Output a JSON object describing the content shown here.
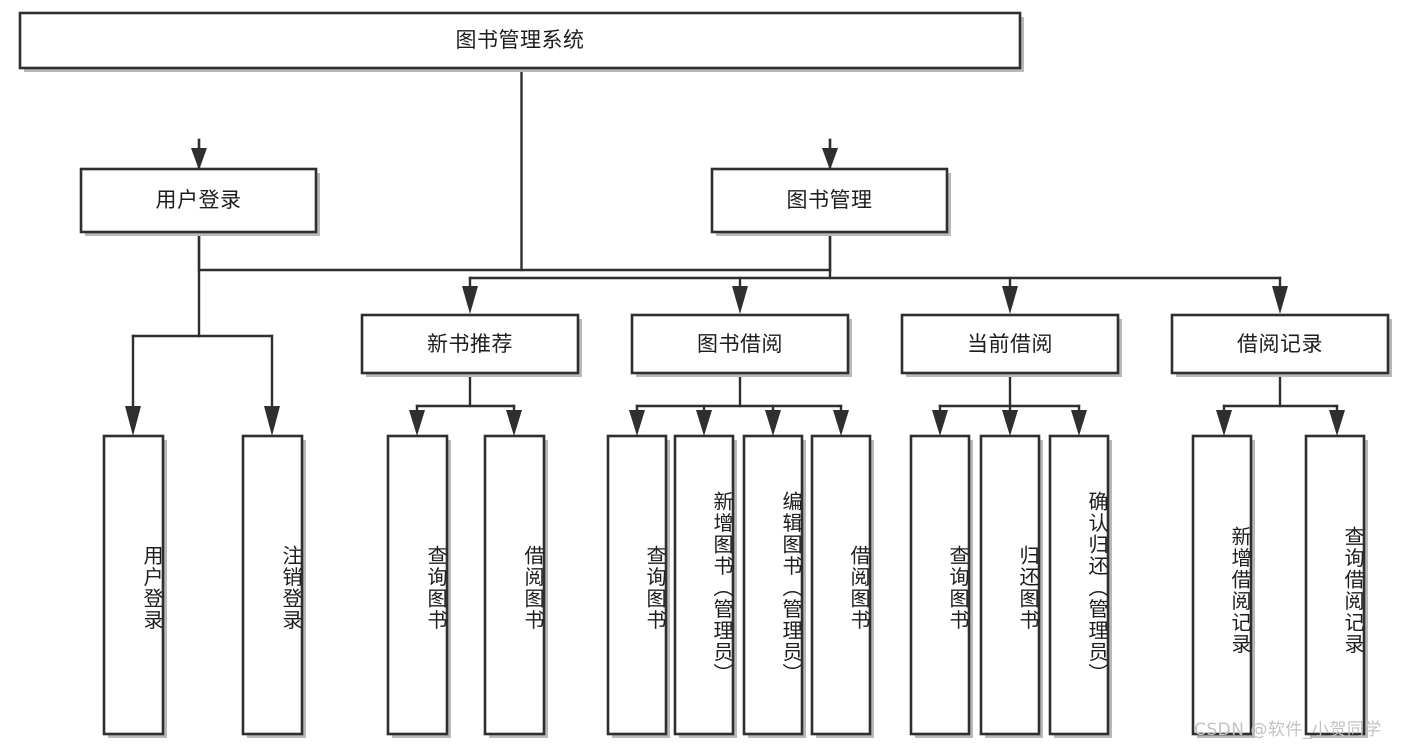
{
  "diagram": {
    "type": "tree-hierarchy-chart",
    "title": "图书管理系统",
    "orientation": "top-down",
    "colors": {
      "box_stroke": "#2f2f2f",
      "box_fill": "#ffffff",
      "connector": "#2f2f2f",
      "watermark": "#c3c3c3",
      "background": "#ffffff"
    },
    "levels": {
      "root": {
        "id": "root",
        "label": "图书管理系统",
        "orientation": "horizontal"
      },
      "level2": [
        {
          "id": "user-login",
          "label": "用户登录",
          "orientation": "horizontal"
        },
        {
          "id": "book-management",
          "label": "图书管理",
          "orientation": "horizontal"
        }
      ],
      "level3": [
        {
          "id": "new-book-recommend",
          "label": "新书推荐",
          "orientation": "horizontal",
          "parent": "book-management"
        },
        {
          "id": "book-borrow",
          "label": "图书借阅",
          "orientation": "horizontal",
          "parent": "book-management"
        },
        {
          "id": "current-borrow",
          "label": "当前借阅",
          "orientation": "horizontal",
          "parent": "book-management"
        },
        {
          "id": "borrow-record",
          "label": "借阅记录",
          "orientation": "horizontal",
          "parent": "book-management"
        }
      ],
      "leaves": [
        {
          "id": "leaf-user-login",
          "label": "用户登录",
          "orientation": "vertical",
          "parent": "user-login"
        },
        {
          "id": "leaf-logout-login",
          "label": "注销登录",
          "orientation": "vertical",
          "parent": "user-login"
        },
        {
          "id": "leaf-query-book-1",
          "label": "查询图书",
          "orientation": "vertical",
          "parent": "new-book-recommend"
        },
        {
          "id": "leaf-borrow-book-1",
          "label": "借阅图书",
          "orientation": "vertical",
          "parent": "new-book-recommend"
        },
        {
          "id": "leaf-query-book-2",
          "label": "查询图书",
          "orientation": "vertical",
          "parent": "book-borrow"
        },
        {
          "id": "leaf-add-book",
          "label": "新增图书（管理员）",
          "orientation": "vertical",
          "parent": "book-borrow"
        },
        {
          "id": "leaf-edit-book",
          "label": "编辑图书（管理员）",
          "orientation": "vertical",
          "parent": "book-borrow"
        },
        {
          "id": "leaf-borrow-book-2",
          "label": "借阅图书",
          "orientation": "vertical",
          "parent": "book-borrow"
        },
        {
          "id": "leaf-query-book-3",
          "label": "查询图书",
          "orientation": "vertical",
          "parent": "current-borrow"
        },
        {
          "id": "leaf-return-book",
          "label": "归还图书",
          "orientation": "vertical",
          "parent": "current-borrow"
        },
        {
          "id": "leaf-confirm-return",
          "label": "确认归还（管理员）",
          "orientation": "vertical",
          "parent": "current-borrow"
        },
        {
          "id": "leaf-add-record",
          "label": "新增借阅记录",
          "orientation": "vertical",
          "parent": "borrow-record"
        },
        {
          "id": "leaf-query-record",
          "label": "查询借阅记录",
          "orientation": "vertical",
          "parent": "borrow-record"
        }
      ]
    },
    "watermark": "CSDN @软件_小贺同学"
  }
}
